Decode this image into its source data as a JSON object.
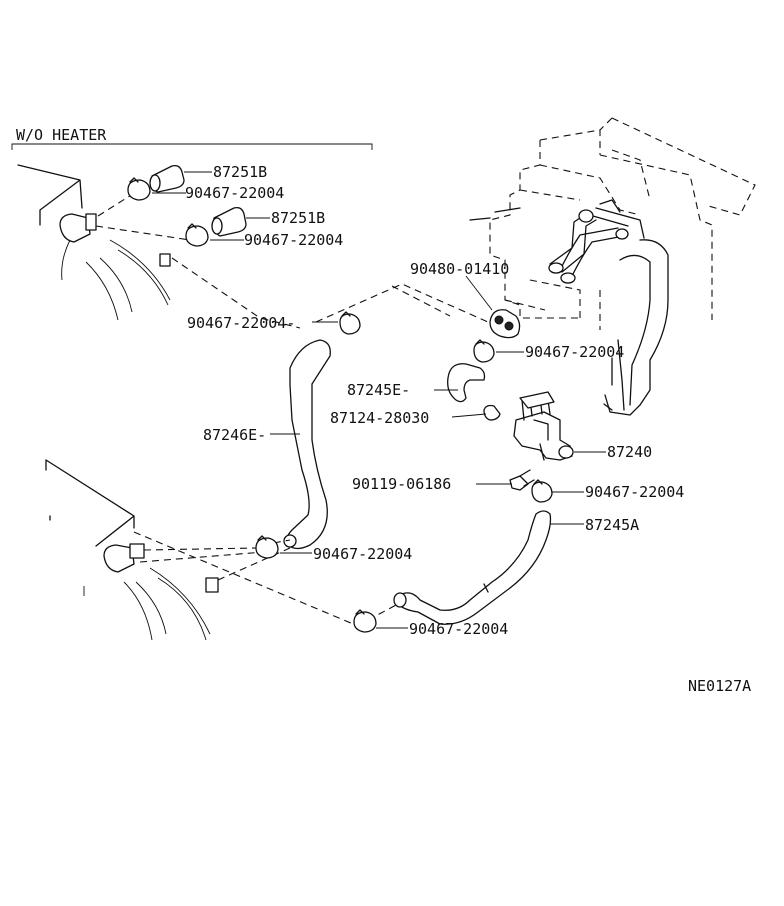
{
  "section_heading": "W/O HEATER",
  "diagram_code": "NE0127A",
  "callouts": [
    {
      "id": "c1",
      "text": "87251B"
    },
    {
      "id": "c2",
      "text": "90467-22004"
    },
    {
      "id": "c3",
      "text": "87251B"
    },
    {
      "id": "c4",
      "text": "90467-22004"
    },
    {
      "id": "c5",
      "text": "90480-01410"
    },
    {
      "id": "c6",
      "text": "90467-22004-"
    },
    {
      "id": "c7",
      "text": "90467-22004"
    },
    {
      "id": "c8",
      "text": "87245E-"
    },
    {
      "id": "c9",
      "text": "87124-28030"
    },
    {
      "id": "c10",
      "text": "87246E-"
    },
    {
      "id": "c11",
      "text": "87240"
    },
    {
      "id": "c12",
      "text": "90119-06186"
    },
    {
      "id": "c13",
      "text": "90467-22004"
    },
    {
      "id": "c14",
      "text": "87245A"
    },
    {
      "id": "c15",
      "text": "90467-22004"
    },
    {
      "id": "c16",
      "text": "90467-22004"
    }
  ]
}
